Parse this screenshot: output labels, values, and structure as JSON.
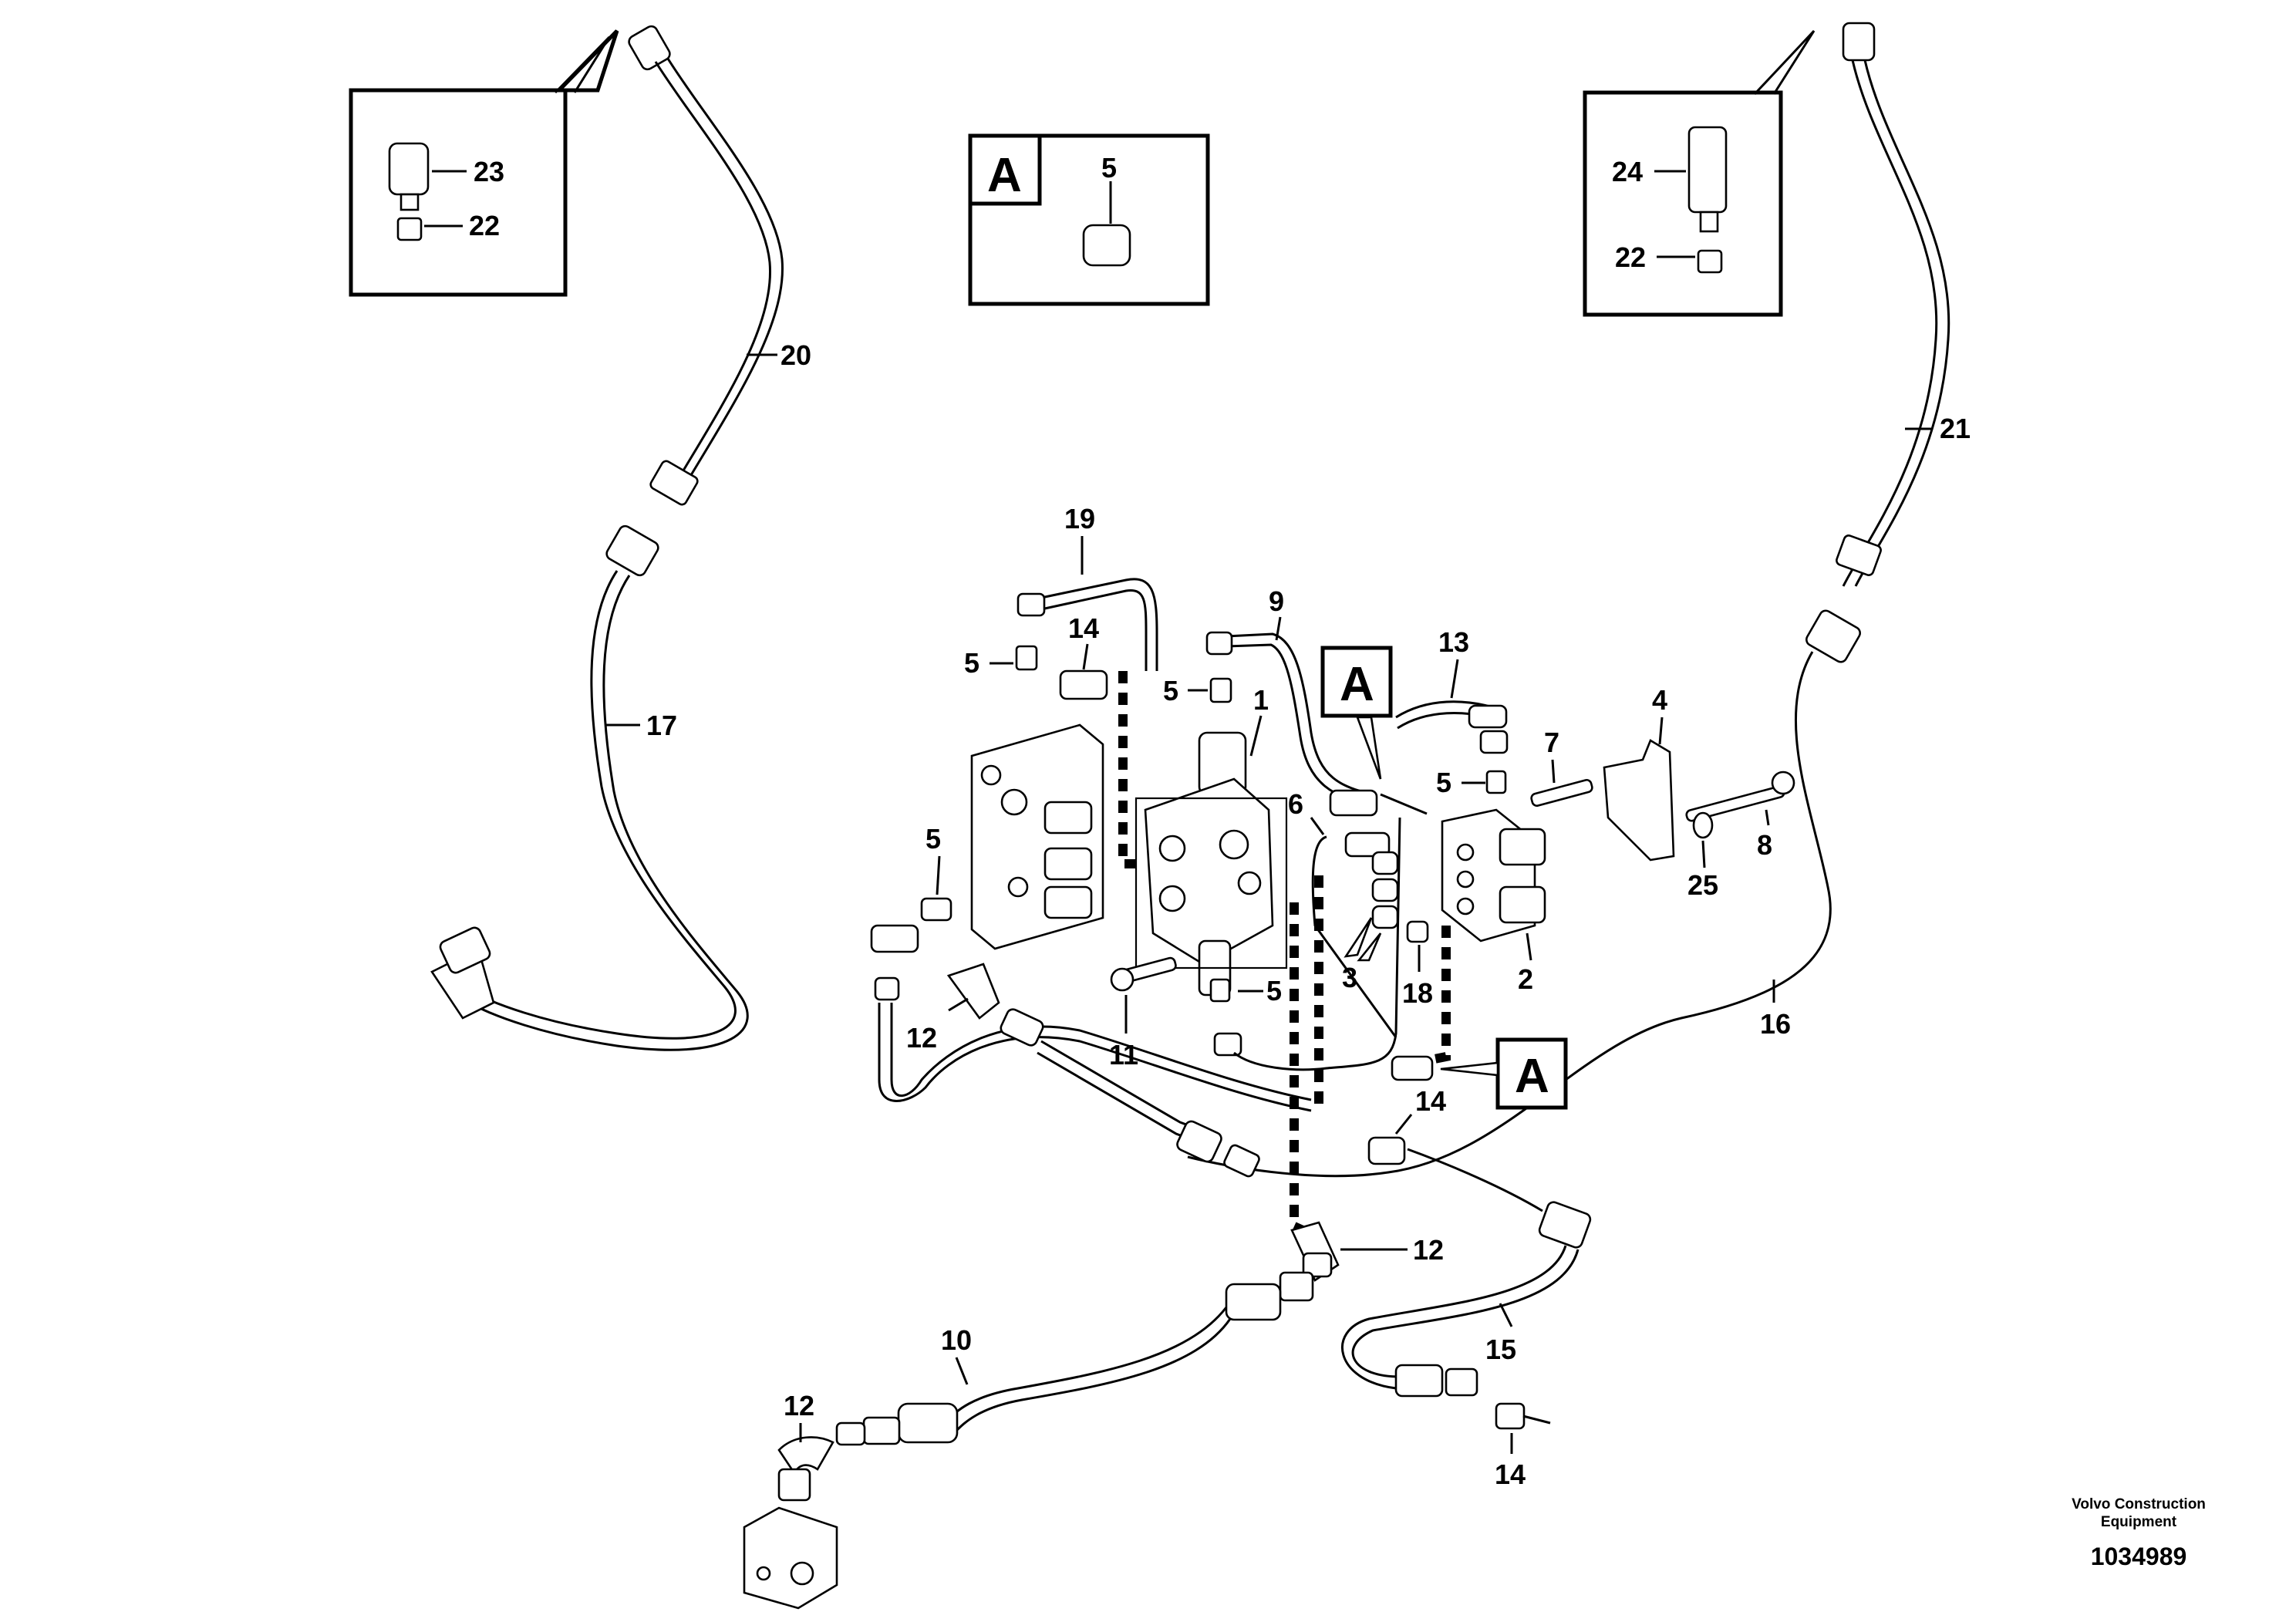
{
  "brand": {
    "line1": "Volvo Construction",
    "line2": "Equipment"
  },
  "ref_number": "1034989",
  "detail_boxes": {
    "left": {
      "labels": [
        "23",
        "22"
      ]
    },
    "center": {
      "letter": "A",
      "labels": [
        "5"
      ]
    },
    "right": {
      "labels": [
        "24",
        "22"
      ]
    }
  },
  "view_markers": [
    "A",
    "A"
  ],
  "callouts": [
    "1",
    "2",
    "3",
    "4",
    "5",
    "5",
    "5",
    "5",
    "5",
    "6",
    "7",
    "8",
    "9",
    "10",
    "11",
    "12",
    "12",
    "12",
    "13",
    "14",
    "14",
    "14",
    "15",
    "16",
    "17",
    "18",
    "19",
    "20",
    "21",
    "25"
  ]
}
